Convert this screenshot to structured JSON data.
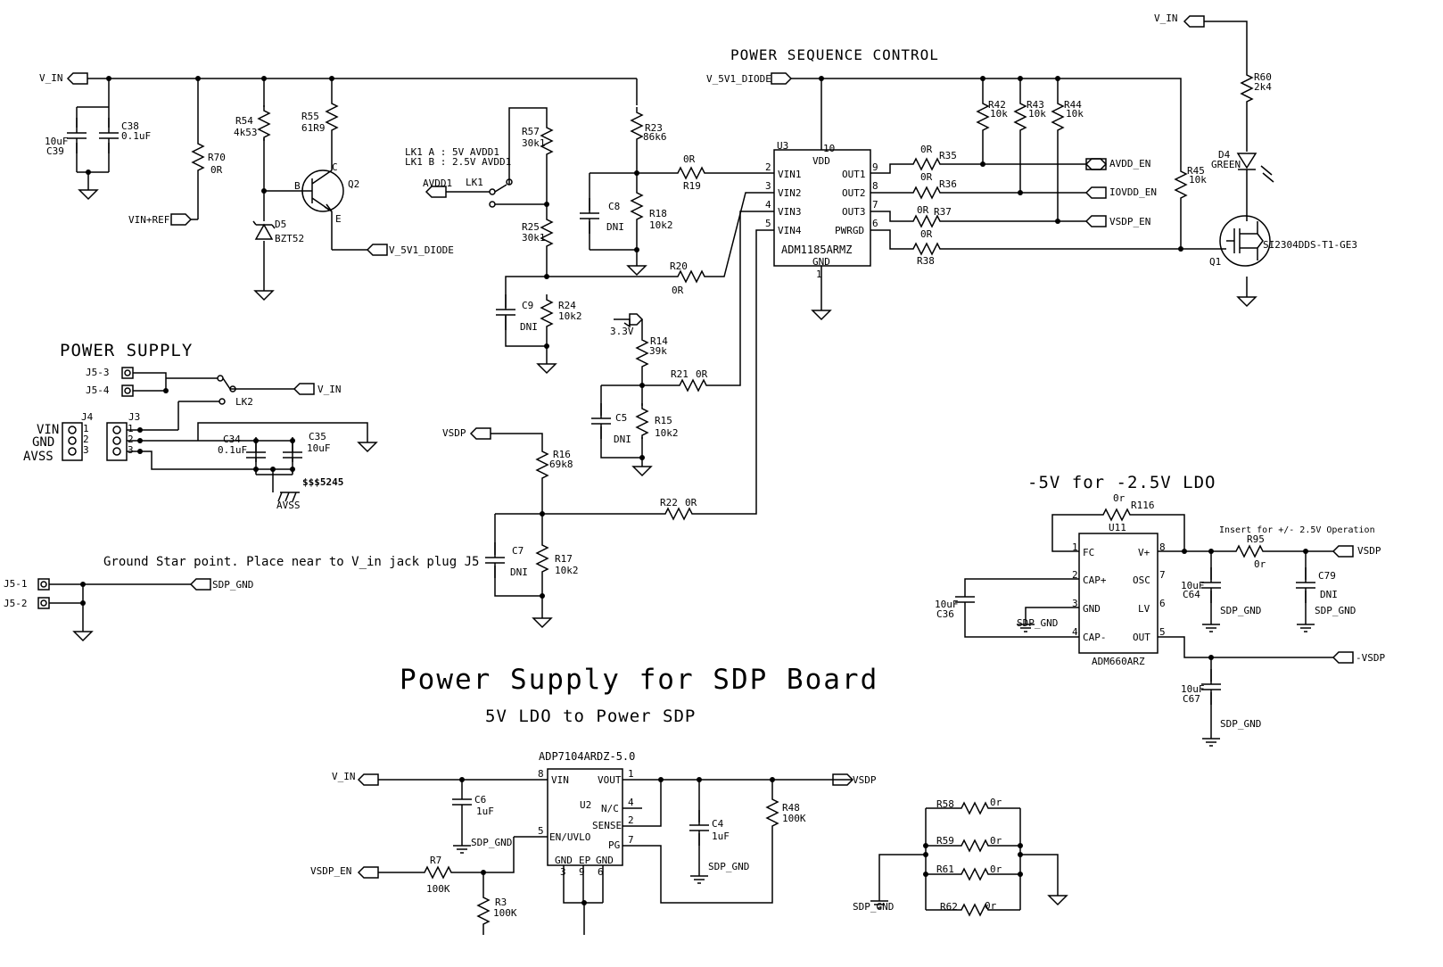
{
  "titles": {
    "power_sequence_control": "POWER SEQUENCE CONTROL",
    "power_supply": "POWER SUPPLY",
    "neg5v": "-5V for -2.5V LDO",
    "sdp_board": "Power Supply for SDP Board",
    "ldo5v": "5V LDO to Power SDP",
    "ground_star": "Ground Star point. Place near to V_in jack plug J5",
    "lk1_a": "LK1 A : 5V AVDD1",
    "lk1_b": "LK1 B : 2.5V AVDD1",
    "insert_note": "Insert for +/- 2.5V Operation"
  },
  "ports": {
    "v_in": "V_IN",
    "v_5v1_diode": "V_5V1_DIODE",
    "vin_ref": "VIN+REF",
    "avdd1": "AVDD1",
    "v33": "3.3V",
    "vsdp": "VSDP",
    "avdd_en": "AVDD_EN",
    "iovdd_en": "IOVDD_EN",
    "vsdp_en": "VSDP_EN",
    "sdp_gnd": "SDP_GND",
    "neg_vsdp": "-VSDP",
    "avss": "AVSS"
  },
  "connectors": {
    "j5_3": "J5-3",
    "j5_4": "J5-4",
    "j5_1": "J5-1",
    "j5_2": "J5-2",
    "lk2": "LK2",
    "lk1": "LK1",
    "j4": "J4",
    "j3": "J3",
    "vin": "VIN",
    "gnd": "GND",
    "avss": "AVSS",
    "code": "$$$5245"
  },
  "ics": {
    "u3": {
      "ref": "U3",
      "part": "ADM1185ARMZ",
      "pins": {
        "vdd": "VDD",
        "vin1": "VIN1",
        "vin2": "VIN2",
        "vin3": "VIN3",
        "vin4": "VIN4",
        "out1": "OUT1",
        "out2": "OUT2",
        "out3": "OUT3",
        "pwrgd": "PWRGD",
        "gnd": "GND"
      },
      "nums": {
        "vdd": "10",
        "vin1": "2",
        "vin2": "3",
        "vin3": "4",
        "vin4": "5",
        "out1": "9",
        "out2": "8",
        "out3": "7",
        "pwrgd": "6",
        "gnd": "1"
      }
    },
    "u11": {
      "ref": "U11",
      "part": "ADM660ARZ",
      "pins": {
        "fc": "FC",
        "capp": "CAP+",
        "gnd": "GND",
        "capm": "CAP-",
        "vp": "V+",
        "osc": "OSC",
        "lv": "LV",
        "out": "OUT"
      },
      "nums": {
        "fc": "1",
        "capp": "2",
        "gnd": "3",
        "capm": "4",
        "vp": "8",
        "osc": "7",
        "lv": "6",
        "out": "5"
      }
    },
    "u2": {
      "ref": "U2",
      "part": "ADP7104ARDZ-5.0",
      "pins": {
        "vin": "VIN",
        "en": "EN/UVLO",
        "vout": "VOUT",
        "nc": "N/C",
        "sense": "SENSE",
        "pg": "PG",
        "gnd1": "GND",
        "ep": "EP",
        "gnd2": "GND"
      },
      "nums": {
        "vin": "8",
        "en": "5",
        "vout": "1",
        "nc": "4",
        "sense": "2",
        "pg": "7",
        "gnd1": "3",
        "ep": "9",
        "gnd2": "6"
      }
    }
  },
  "parts": {
    "c38": {
      "ref": "C38",
      "val": "0.1uF"
    },
    "c39": {
      "ref": "C39",
      "val": "10uF"
    },
    "r70": {
      "ref": "R70",
      "val": "0R"
    },
    "r54": {
      "ref": "R54",
      "val": "4k53"
    },
    "r55": {
      "ref": "R55",
      "val": "61R9"
    },
    "q2": {
      "ref": "Q2",
      "b": "B",
      "c": "C",
      "e": "E"
    },
    "d5": {
      "ref": "D5",
      "val": "BZT52"
    },
    "r57": {
      "ref": "R57",
      "val": "30k1"
    },
    "r25": {
      "ref": "R25",
      "val": "30k1"
    },
    "r23": {
      "ref": "R23",
      "val": "86k6"
    },
    "r18": {
      "ref": "R18",
      "val": "10k2"
    },
    "c8": {
      "ref": "C8",
      "val": "DNI"
    },
    "r19": {
      "ref": "R19",
      "val": "0R"
    },
    "r20": {
      "ref": "R20",
      "val": "0R"
    },
    "r24": {
      "ref": "R24",
      "val": "10k2"
    },
    "c9": {
      "ref": "C9",
      "val": "DNI"
    },
    "r14": {
      "ref": "R14",
      "val": "39k"
    },
    "r21": {
      "ref": "R21",
      "val": "0R"
    },
    "r15": {
      "ref": "R15",
      "val": "10k2"
    },
    "c5": {
      "ref": "C5",
      "val": "DNI"
    },
    "r16": {
      "ref": "R16",
      "val": "69k8"
    },
    "r17": {
      "ref": "R17",
      "val": "10k2"
    },
    "c7": {
      "ref": "C7",
      "val": "DNI"
    },
    "r22": {
      "ref": "R22",
      "val": "0R"
    },
    "r42": {
      "ref": "R42",
      "val": "10k"
    },
    "r43": {
      "ref": "R43",
      "val": "10k"
    },
    "r44": {
      "ref": "R44",
      "val": "10k"
    },
    "r35": {
      "ref": "R35",
      "val": "0R"
    },
    "r36": {
      "ref": "R36",
      "val": "0R"
    },
    "r37": {
      "ref": "R37",
      "val": "0R"
    },
    "r38": {
      "ref": "R38",
      "val": "0R"
    },
    "r45": {
      "ref": "R45",
      "val": "10k"
    },
    "r60": {
      "ref": "R60",
      "val": "2k4"
    },
    "d4": {
      "ref": "D4",
      "val": "GREEN"
    },
    "q1": {
      "ref": "Q1",
      "val": "SI2304DDS-T1-GE3"
    },
    "c34": {
      "ref": "C34",
      "val": "0.1uF"
    },
    "c35": {
      "ref": "C35",
      "val": "10uF"
    },
    "r116": {
      "ref": "R116",
      "val": "0r"
    },
    "r95": {
      "ref": "R95",
      "val": "0r"
    },
    "c64": {
      "ref": "C64",
      "val": "10uF"
    },
    "c79": {
      "ref": "C79",
      "val": "DNI"
    },
    "c36": {
      "ref": "C36",
      "val": "10uF"
    },
    "c67": {
      "ref": "C67",
      "val": "10uF"
    },
    "c6": {
      "ref": "C6",
      "val": "1uF"
    },
    "r7": {
      "ref": "R7",
      "val": "100K"
    },
    "r3": {
      "ref": "R3",
      "val": "100K"
    },
    "c4": {
      "ref": "C4",
      "val": "1uF"
    },
    "r48": {
      "ref": "R48",
      "val": "100K"
    },
    "r58": {
      "ref": "R58",
      "val": "0r"
    },
    "r59": {
      "ref": "R59",
      "val": "0r"
    },
    "r61": {
      "ref": "R61",
      "val": "0r"
    },
    "r62": {
      "ref": "R62",
      "val": "0r"
    }
  },
  "pins123": {
    "p1": "1",
    "p2": "2",
    "p3": "3"
  }
}
